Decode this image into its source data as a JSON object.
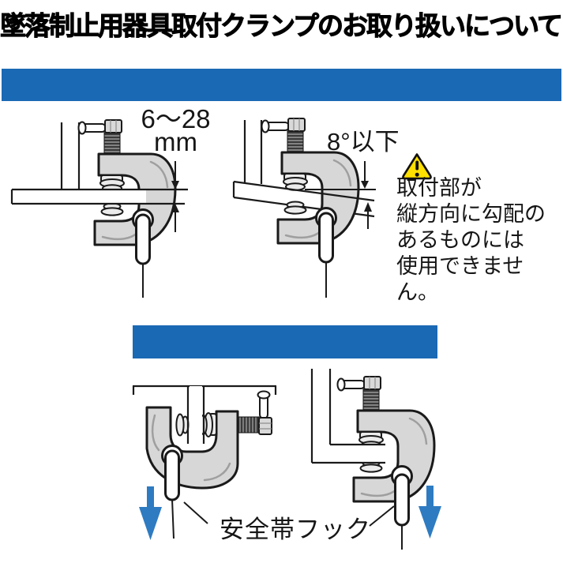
{
  "title": "墜落制止用器具取付クランプのお取り扱いについて",
  "colors": {
    "bar_blue": "#1a69b4",
    "arrow_blue": "#2e7bc1",
    "warning_yellow": "#ffe000",
    "clamp_gray": "#d7d7d7",
    "line_black": "#1a1a1a"
  },
  "top_section": {
    "thickness_label": "6〜28\nmm",
    "angle_label": "8°以下",
    "warning_icon": "warning-triangle-icon",
    "warning_text": "取付部が\n縦方向に勾配の\nあるものには\n使用できません。"
  },
  "bottom_section": {
    "hook_label": "安全帯フック",
    "left_arrow_icon": "down-arrow-icon",
    "right_arrow_icon": "down-arrow-icon"
  }
}
